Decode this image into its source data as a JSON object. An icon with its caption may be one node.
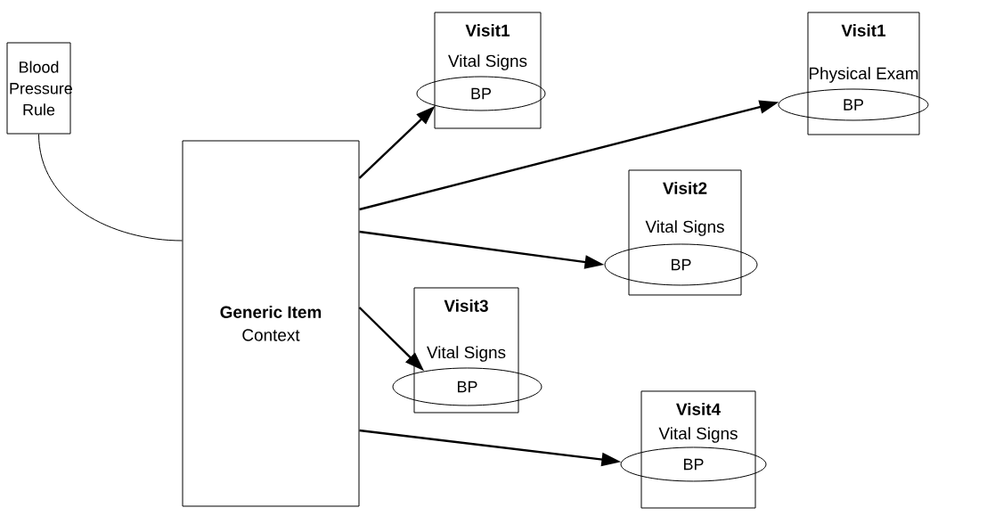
{
  "diagram": {
    "nodes": [
      {
        "text": [
          "Blood Pressure Rule"
        ]
      },
      {
        "text": [
          "Generic Item",
          "Context"
        ]
      },
      {
        "text": [
          "Visit1",
          "Vital Signs"
        ]
      },
      {
        "text": [
          "BP"
        ]
      },
      {
        "text": [
          "Visit1",
          "Physical Exam"
        ]
      },
      {
        "text": [
          "BP"
        ]
      },
      {
        "text": [
          "Visit2",
          "Vital Signs"
        ]
      },
      {
        "text": [
          "BP"
        ]
      },
      {
        "text": [
          "Visit3",
          "Vital Signs"
        ]
      },
      {
        "text": [
          "BP"
        ]
      },
      {
        "text": [
          "Visit4",
          "Vital Signs"
        ]
      },
      {
        "text": [
          "BP"
        ]
      }
    ],
    "edges": [
      {
        "from": 0,
        "to": 1,
        "arrow": "none"
      },
      {
        "from": 1,
        "to": 3,
        "arrow": "to"
      },
      {
        "from": 1,
        "to": 5,
        "arrow": "to"
      },
      {
        "from": 1,
        "to": 7,
        "arrow": "to"
      },
      {
        "from": 1,
        "to": 9,
        "arrow": "to"
      },
      {
        "from": 1,
        "to": 11,
        "arrow": "to"
      }
    ]
  }
}
